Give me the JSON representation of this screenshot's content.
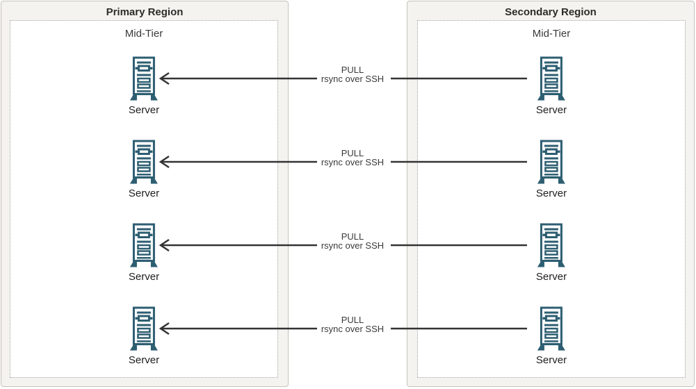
{
  "diagram": {
    "regions": [
      {
        "title": "Primary Region",
        "tier_label": "Mid-Tier",
        "servers": [
          {
            "label": "Server"
          },
          {
            "label": "Server"
          },
          {
            "label": "Server"
          },
          {
            "label": "Server"
          }
        ]
      },
      {
        "title": "Secondary Region",
        "tier_label": "Mid-Tier",
        "servers": [
          {
            "label": "Server"
          },
          {
            "label": "Server"
          },
          {
            "label": "Server"
          },
          {
            "label": "Server"
          }
        ]
      }
    ],
    "connections": [
      {
        "label_line1": "PULL",
        "label_line2": "rsync over SSH",
        "direction": "secondary-to-primary"
      },
      {
        "label_line1": "PULL",
        "label_line2": "rsync over SSH",
        "direction": "secondary-to-primary"
      },
      {
        "label_line1": "PULL",
        "label_line2": "rsync over SSH",
        "direction": "secondary-to-primary"
      },
      {
        "label_line1": "PULL",
        "label_line2": "rsync over SSH",
        "direction": "secondary-to-primary"
      }
    ],
    "icons": {
      "server": "tower-server-icon",
      "arrowhead": "left-arrow-icon"
    },
    "colors": {
      "server_icon": "#2d5e71",
      "region_fill": "#f4f3f0",
      "region_border": "#c6c2bb",
      "tier_fill": "#ffffff",
      "tier_border": "#9c9c9c",
      "arrow": "#333333",
      "title_text": "#2e2c29",
      "body_text": "#3a3a3a",
      "server_label_text": "#1d1d1d"
    }
  }
}
